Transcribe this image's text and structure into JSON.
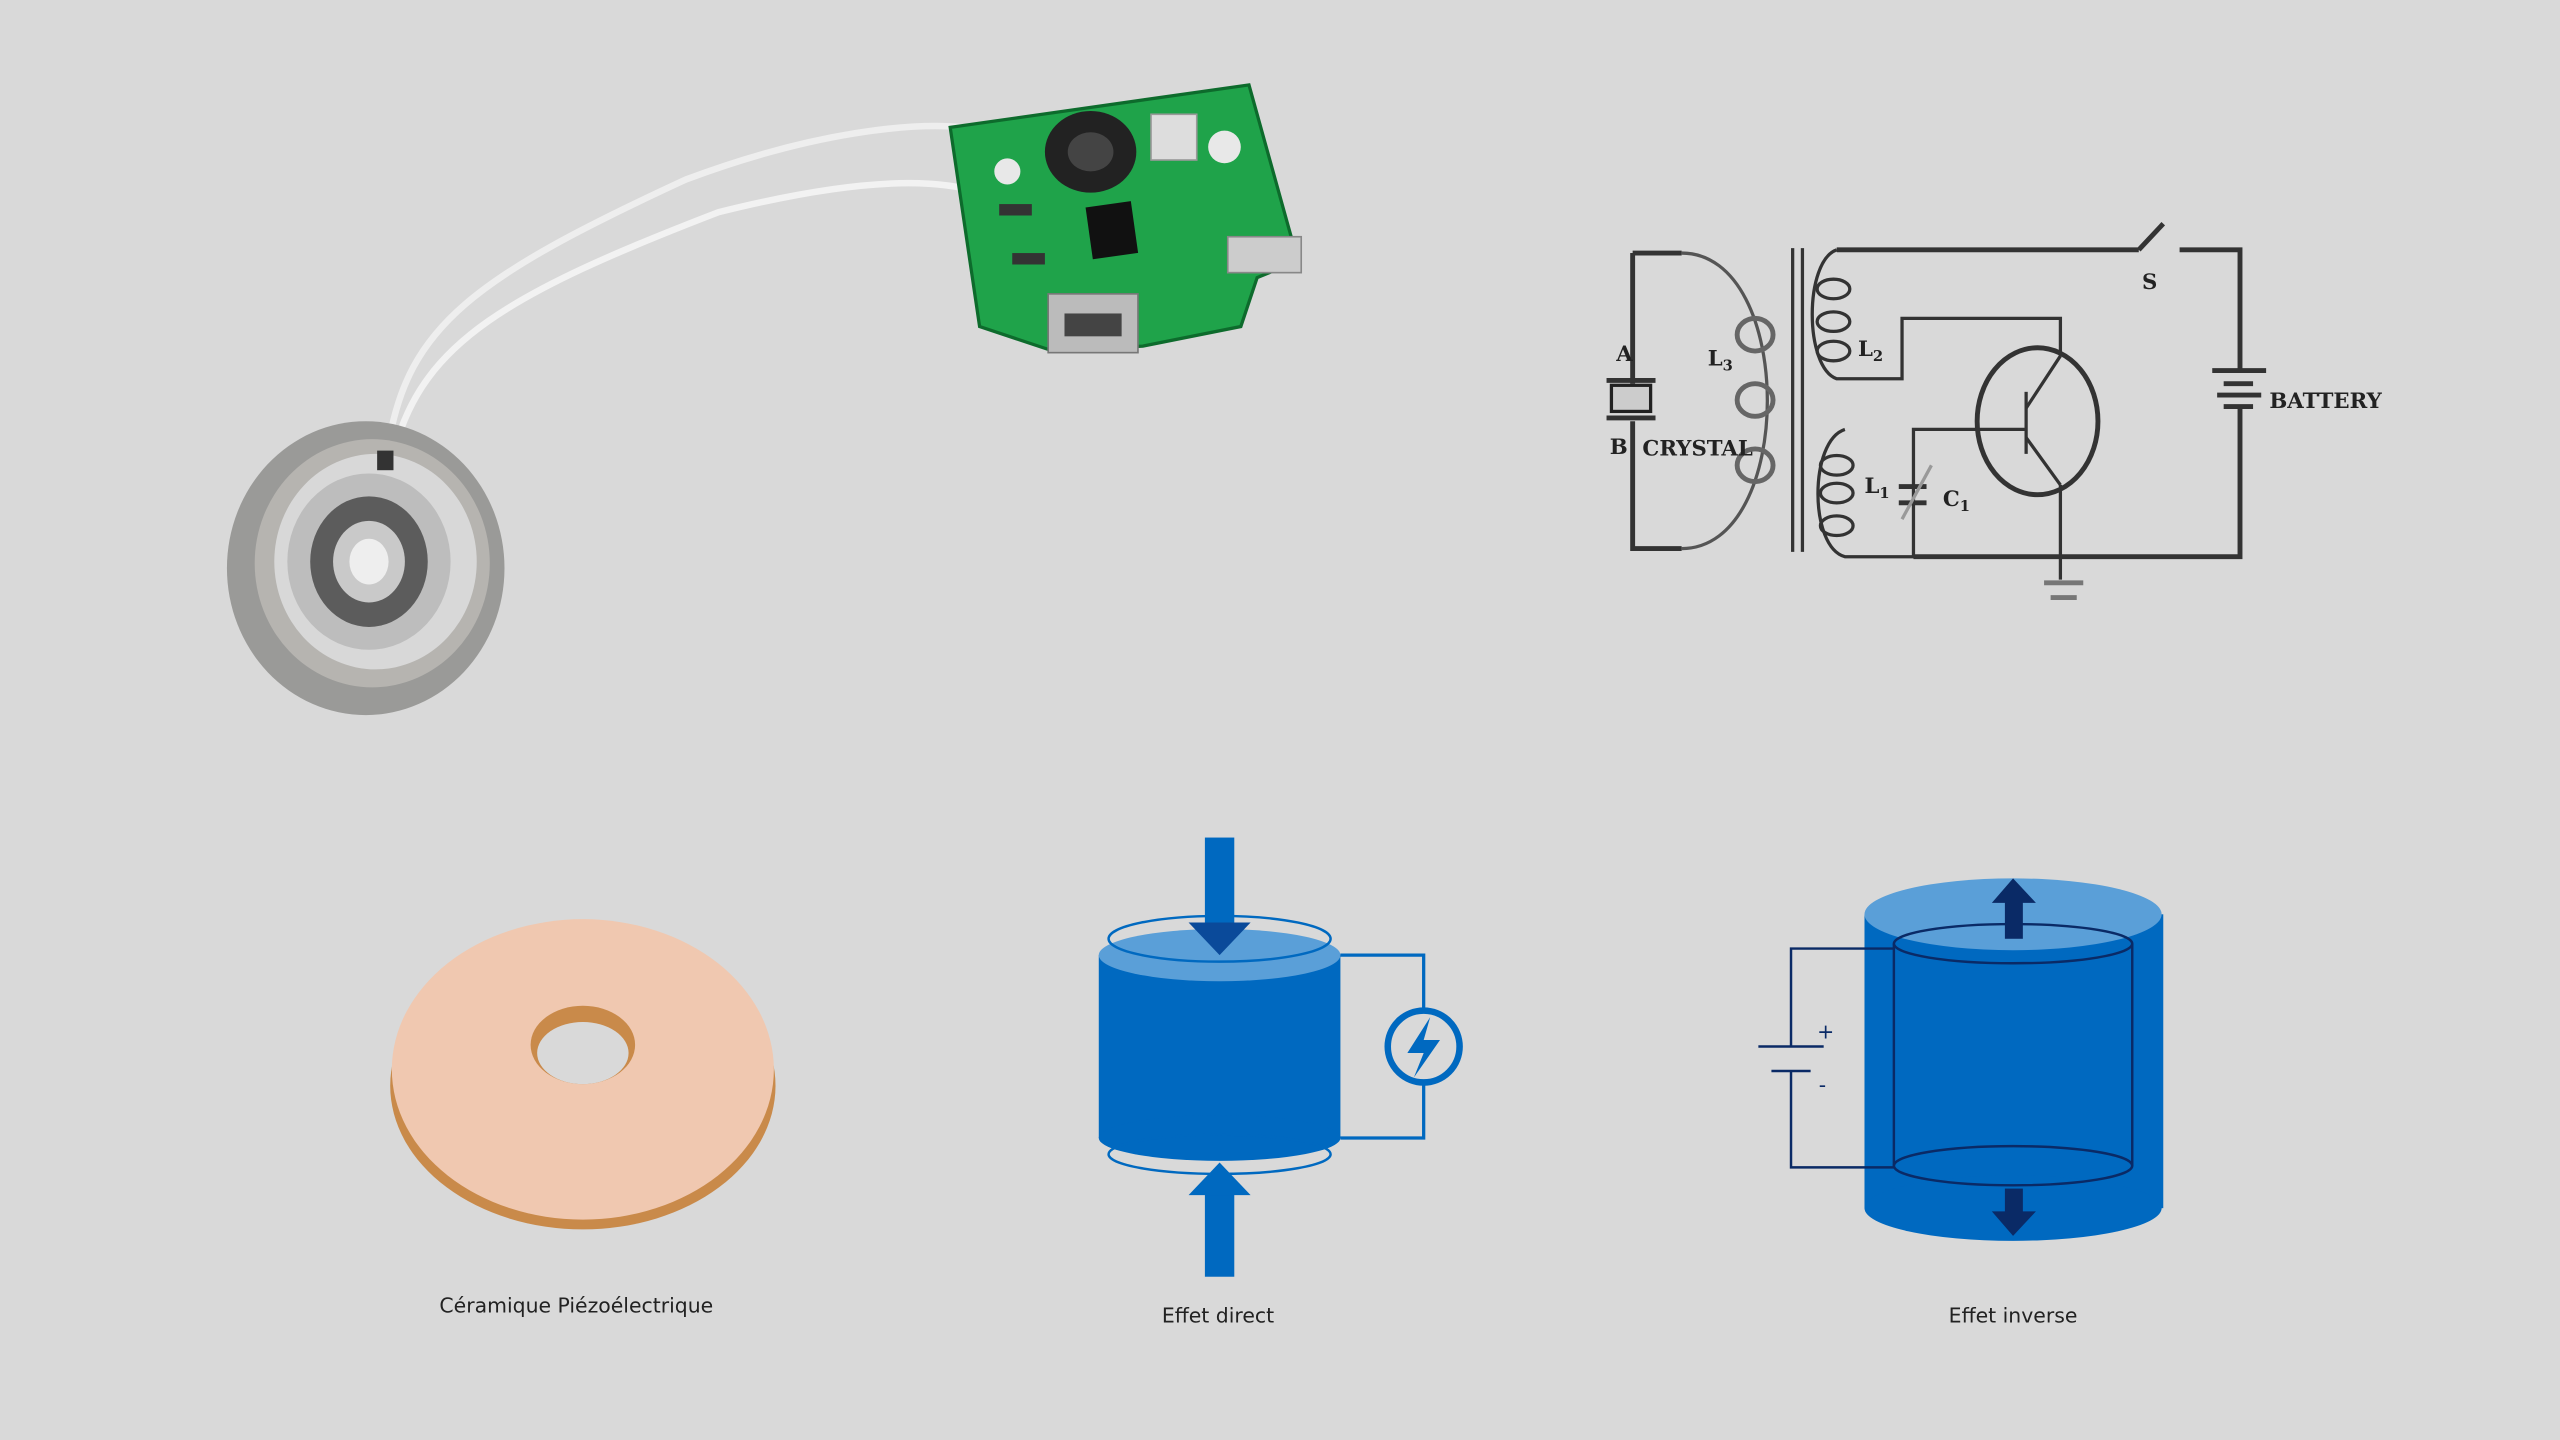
{
  "captions": {
    "ceramic": "Céramique Piézoélectrique",
    "direct": "Effet direct",
    "inverse": "Effet inverse"
  },
  "circuit": {
    "switch": "S",
    "battery": "BATTERY",
    "crystal": "CRYSTAL",
    "terminal_a": "A",
    "terminal_b": "B",
    "l1": "L",
    "l1_sub": "1",
    "l2": "L",
    "l2_sub": "2",
    "l3": "L",
    "l3_sub": "3",
    "c1": "C",
    "c1_sub": "1"
  },
  "inverse_effect": {
    "plus": "+",
    "minus": "-"
  },
  "colors": {
    "background": "#d9d9d9",
    "blue": "#0069c0",
    "light_blue": "#5a9fd8",
    "navy": "#0a2a66",
    "pcb": "#1fa34a"
  }
}
